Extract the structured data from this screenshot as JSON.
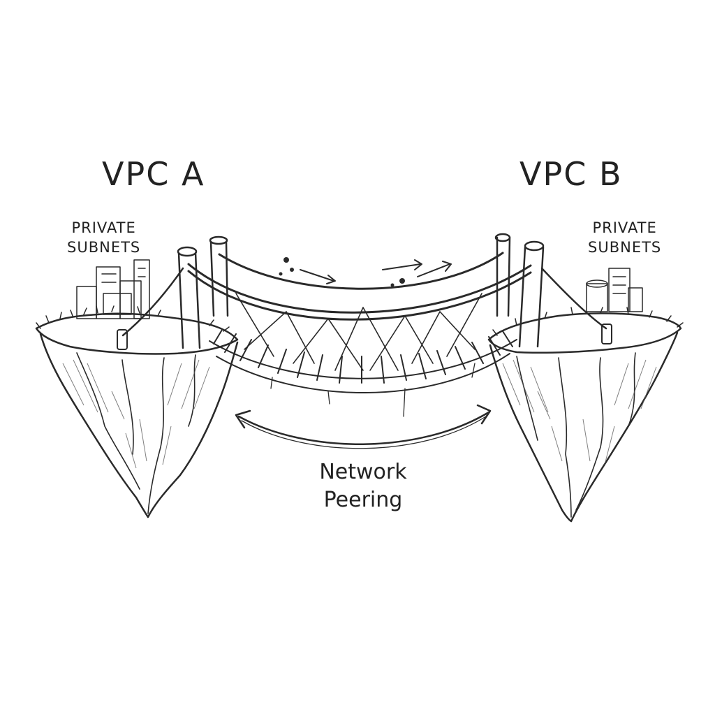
{
  "vpc_a": {
    "title": "VPC A",
    "subnet_label": [
      "PRIVATE",
      "SUBNETS"
    ]
  },
  "vpc_b": {
    "title": "VPC B",
    "subnet_label": [
      "PRIVATE",
      "SUBNETS"
    ]
  },
  "connection": {
    "label": [
      "Network",
      "Peering"
    ]
  },
  "colors": {
    "ink": "#2a2a2a",
    "paper": "#ffffff"
  }
}
